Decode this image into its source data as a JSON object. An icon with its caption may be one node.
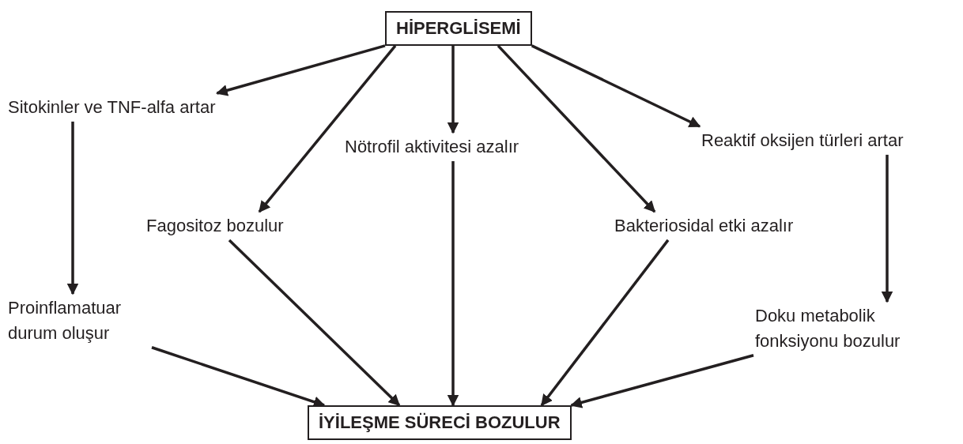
{
  "diagram": {
    "nodes": [
      {
        "text": [
          "HİPERGLİSEMİ"
        ]
      },
      {
        "text": [
          "Sitokinler ve TNF-alfa artar"
        ]
      },
      {
        "text": [
          "Nötrofil aktivitesi azalır"
        ]
      },
      {
        "text": [
          "Reaktif oksijen türleri artar"
        ]
      },
      {
        "text": [
          "Fagositoz bozulur"
        ]
      },
      {
        "text": [
          "Bakteriosidal etki azalır"
        ]
      },
      {
        "text": [
          "Proinflamatuar durum oluşur"
        ]
      },
      {
        "text": [
          "Doku metabolik fonksiyonu bozulur"
        ]
      },
      {
        "text": [
          "İYİLEŞME SÜRECİ BOZULUR"
        ]
      }
    ],
    "edges": [
      {
        "from": 0,
        "to": 1,
        "arrow": "to"
      },
      {
        "from": 0,
        "to": 4,
        "arrow": "to"
      },
      {
        "from": 0,
        "to": 2,
        "arrow": "to"
      },
      {
        "from": 0,
        "to": 5,
        "arrow": "to"
      },
      {
        "from": 0,
        "to": 3,
        "arrow": "to"
      },
      {
        "from": 1,
        "to": 6,
        "arrow": "to"
      },
      {
        "from": 3,
        "to": 7,
        "arrow": "to"
      },
      {
        "from": 4,
        "to": 8,
        "arrow": "to"
      },
      {
        "from": 2,
        "to": 8,
        "arrow": "to"
      },
      {
        "from": 5,
        "to": 8,
        "arrow": "to"
      },
      {
        "from": 6,
        "to": 8,
        "arrow": "to"
      },
      {
        "from": 7,
        "to": 8,
        "arrow": "to"
      }
    ]
  }
}
